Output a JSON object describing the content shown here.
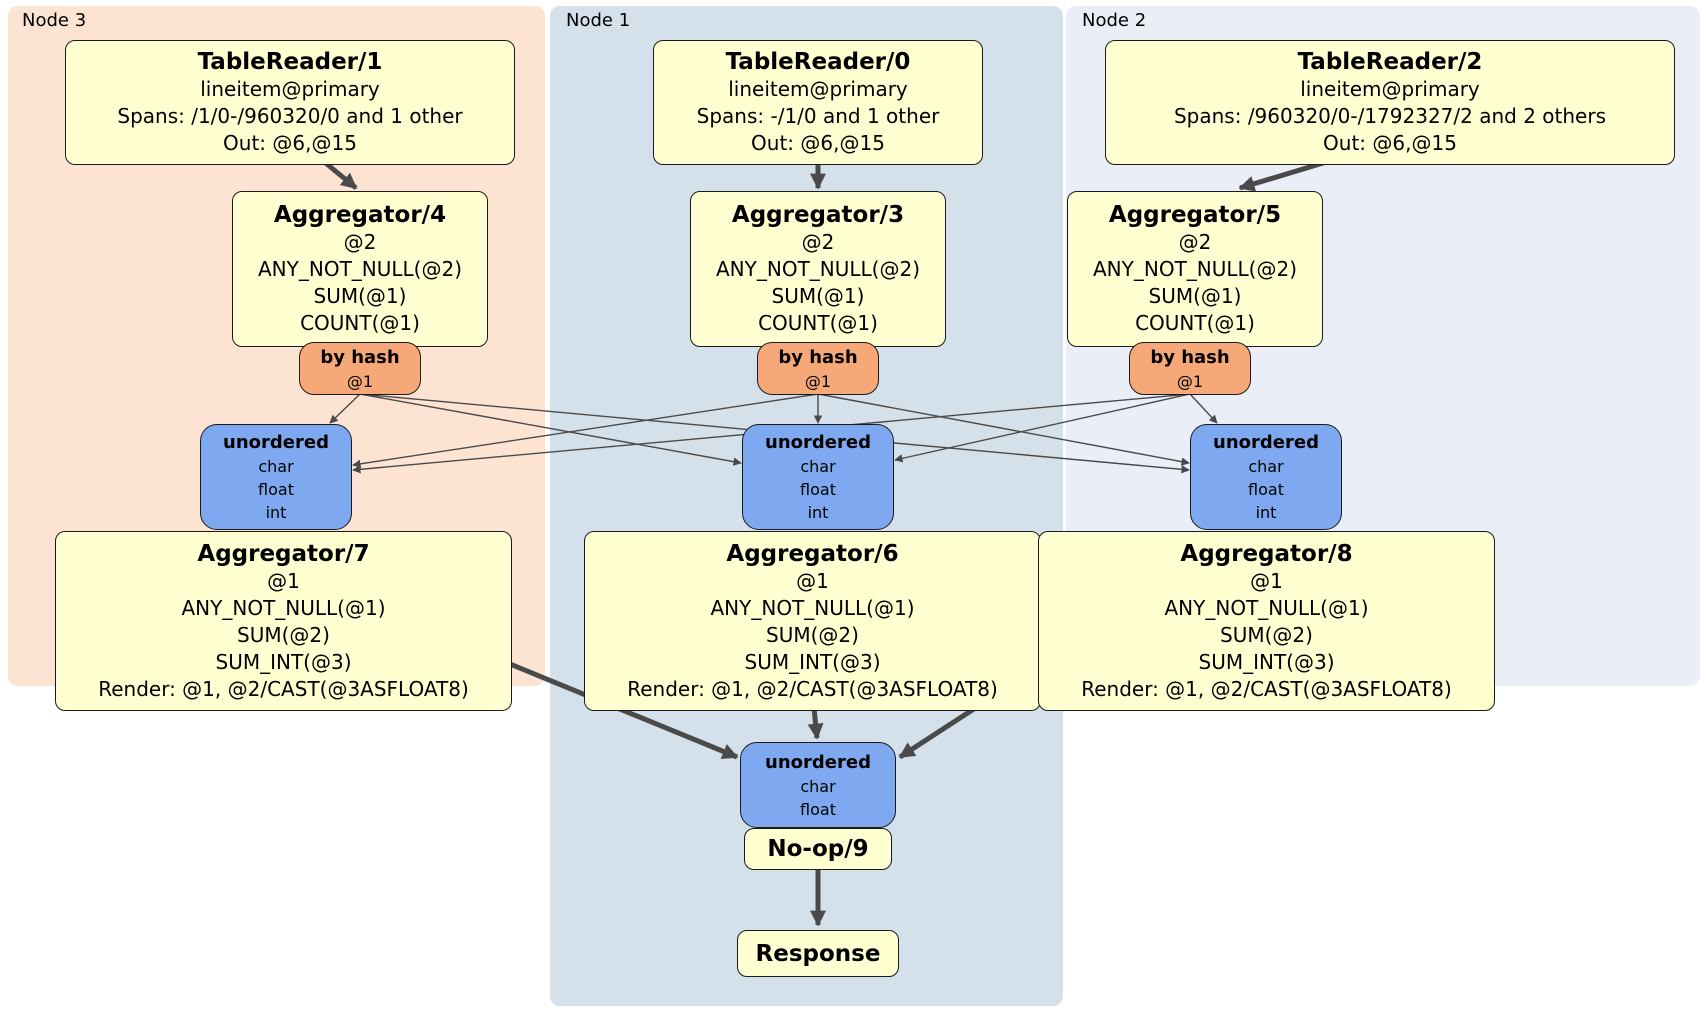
{
  "panels": [
    {
      "label": "Node 3"
    },
    {
      "label": "Node 1"
    },
    {
      "label": "Node 2"
    }
  ],
  "boxes": {
    "tr1": {
      "title": "TableReader/1",
      "lines": [
        "lineitem@primary",
        "Spans: /1/0-/960320/0 and 1 other",
        "Out: @6,@15"
      ]
    },
    "tr0": {
      "title": "TableReader/0",
      "lines": [
        "lineitem@primary",
        "Spans: -/1/0 and 1 other",
        "Out: @6,@15"
      ]
    },
    "tr2": {
      "title": "TableReader/2",
      "lines": [
        "lineitem@primary",
        "Spans: /960320/0-/1792327/2 and 2 others",
        "Out: @6,@15"
      ]
    },
    "agg4": {
      "title": "Aggregator/4",
      "lines": [
        "@2",
        "ANY_NOT_NULL(@2)",
        "SUM(@1)",
        "COUNT(@1)"
      ]
    },
    "agg3": {
      "title": "Aggregator/3",
      "lines": [
        "@2",
        "ANY_NOT_NULL(@2)",
        "SUM(@1)",
        "COUNT(@1)"
      ]
    },
    "agg5": {
      "title": "Aggregator/5",
      "lines": [
        "@2",
        "ANY_NOT_NULL(@2)",
        "SUM(@1)",
        "COUNT(@1)"
      ]
    },
    "hash3": {
      "title": "by hash",
      "lines": [
        "@1"
      ]
    },
    "hash1": {
      "title": "by hash",
      "lines": [
        "@1"
      ]
    },
    "hash2": {
      "title": "by hash",
      "lines": [
        "@1"
      ]
    },
    "un3": {
      "title": "unordered",
      "lines": [
        "char",
        "float",
        "int"
      ]
    },
    "un1": {
      "title": "unordered",
      "lines": [
        "char",
        "float",
        "int"
      ]
    },
    "un2": {
      "title": "unordered",
      "lines": [
        "char",
        "float",
        "int"
      ]
    },
    "agg7": {
      "title": "Aggregator/7",
      "lines": [
        "@1",
        "ANY_NOT_NULL(@1)",
        "SUM(@2)",
        "SUM_INT(@3)",
        "Render: @1, @2/CAST(@3ASFLOAT8)"
      ]
    },
    "agg6": {
      "title": "Aggregator/6",
      "lines": [
        "@1",
        "ANY_NOT_NULL(@1)",
        "SUM(@2)",
        "SUM_INT(@3)",
        "Render: @1, @2/CAST(@3ASFLOAT8)"
      ]
    },
    "agg8": {
      "title": "Aggregator/8",
      "lines": [
        "@1",
        "ANY_NOT_NULL(@1)",
        "SUM(@2)",
        "SUM_INT(@3)",
        "Render: @1, @2/CAST(@3ASFLOAT8)"
      ]
    },
    "unfinal": {
      "title": "unordered",
      "lines": [
        "char",
        "float"
      ]
    },
    "noop": {
      "title": "No-op/9"
    },
    "response": {
      "title": "Response"
    }
  },
  "colors": {
    "node3_bg": "#fce3d2",
    "node1_bg": "#d4e0ea",
    "node2_bg": "#eaeef7",
    "box_bg": "#ffffd2",
    "hash_bg": "#f6a878",
    "sync_bg": "#7ea9f0",
    "edge": "#4a4a4a"
  }
}
